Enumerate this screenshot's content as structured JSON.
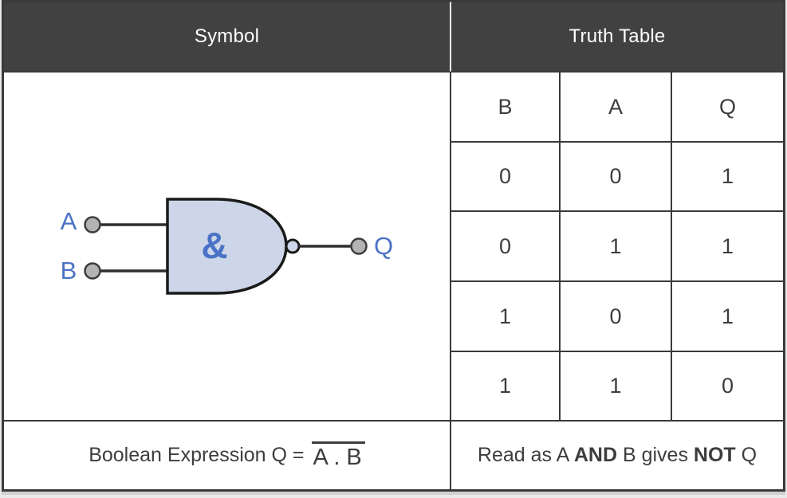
{
  "header": {
    "left": "Symbol",
    "right": "Truth Table"
  },
  "symbol_diagram": {
    "input_labels": [
      "A",
      "B"
    ],
    "output_label": "Q",
    "gate_symbol": "&"
  },
  "truth_table": {
    "columns": [
      "B",
      "A",
      "Q"
    ],
    "rows": [
      [
        "0",
        "0",
        "1"
      ],
      [
        "0",
        "1",
        "1"
      ],
      [
        "1",
        "0",
        "1"
      ],
      [
        "1",
        "1",
        "0"
      ]
    ]
  },
  "boolean_expression": {
    "prefix": "Boolean Expression Q =",
    "overlined": "A . B"
  },
  "read_as": {
    "part1": "Read as A ",
    "bold1": "AND",
    "part2": " B gives ",
    "bold2": "NOT",
    "part3": " Q"
  },
  "colors": {
    "header_bg": "#414141",
    "header_text": "#ffffff",
    "grid_border": "#3a3a3a",
    "cell_text": "#3d3d3d",
    "gate_fill": "#ccd6e8",
    "gate_stroke": "#1a1a1a",
    "label_blue": "#4a72c6",
    "terminal_fill": "#b3b3b3",
    "page_background": "#e9e9e9"
  }
}
